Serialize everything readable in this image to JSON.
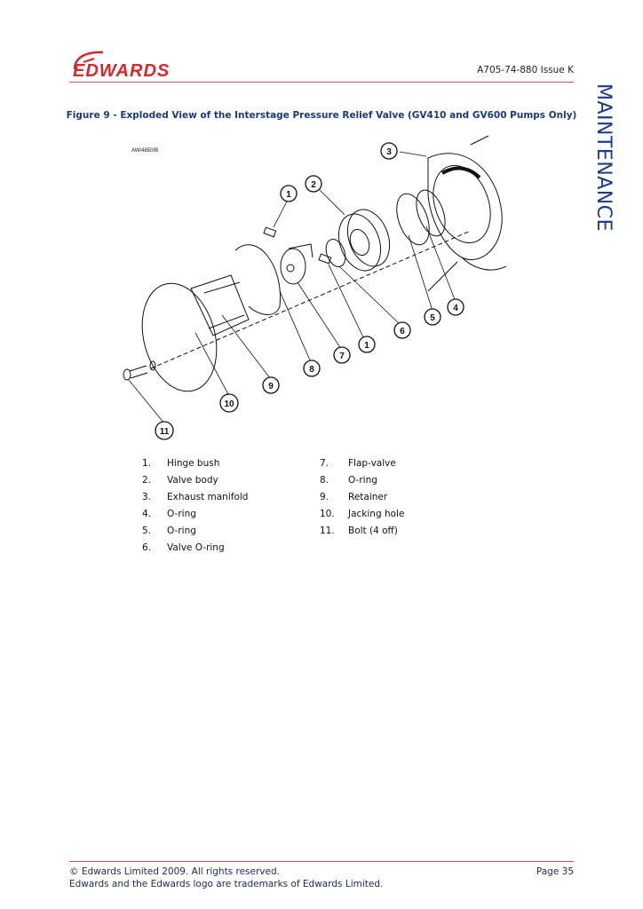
{
  "header": {
    "logo_text": "EDWARDS",
    "doc_ref": "A705-74-880 Issue K",
    "section": "MAINTENANCE",
    "brand_color": "#d9262b"
  },
  "figure": {
    "title": "Figure 9 - Exploded View of the Interstage Pressure Relief Valve (GV410 and GV600 Pumps Only)",
    "drawing_ref": "AW/4850/B",
    "callouts": [
      "3",
      "2",
      "1",
      "4",
      "5",
      "6",
      "1",
      "7",
      "8",
      "9",
      "10",
      "11"
    ]
  },
  "legend": [
    {
      "num": "1.",
      "label": "Hinge bush"
    },
    {
      "num": "2.",
      "label": "Valve body"
    },
    {
      "num": "3.",
      "label": "Exhaust manifold"
    },
    {
      "num": "4.",
      "label": "O-ring"
    },
    {
      "num": "5.",
      "label": "O-ring"
    },
    {
      "num": "6.",
      "label": "Valve O-ring"
    },
    {
      "num": "7.",
      "label": "Flap-valve"
    },
    {
      "num": "8.",
      "label": "O-ring"
    },
    {
      "num": "9.",
      "label": "Retainer"
    },
    {
      "num": "10.",
      "label": "Jacking hole"
    },
    {
      "num": "11.",
      "label": "Bolt (4 off)"
    }
  ],
  "footer": {
    "copyright": "© Edwards Limited 2009. All rights reserved.",
    "trademark": "Edwards and the Edwards logo are trademarks of Edwards Limited.",
    "page": "Page 35"
  }
}
